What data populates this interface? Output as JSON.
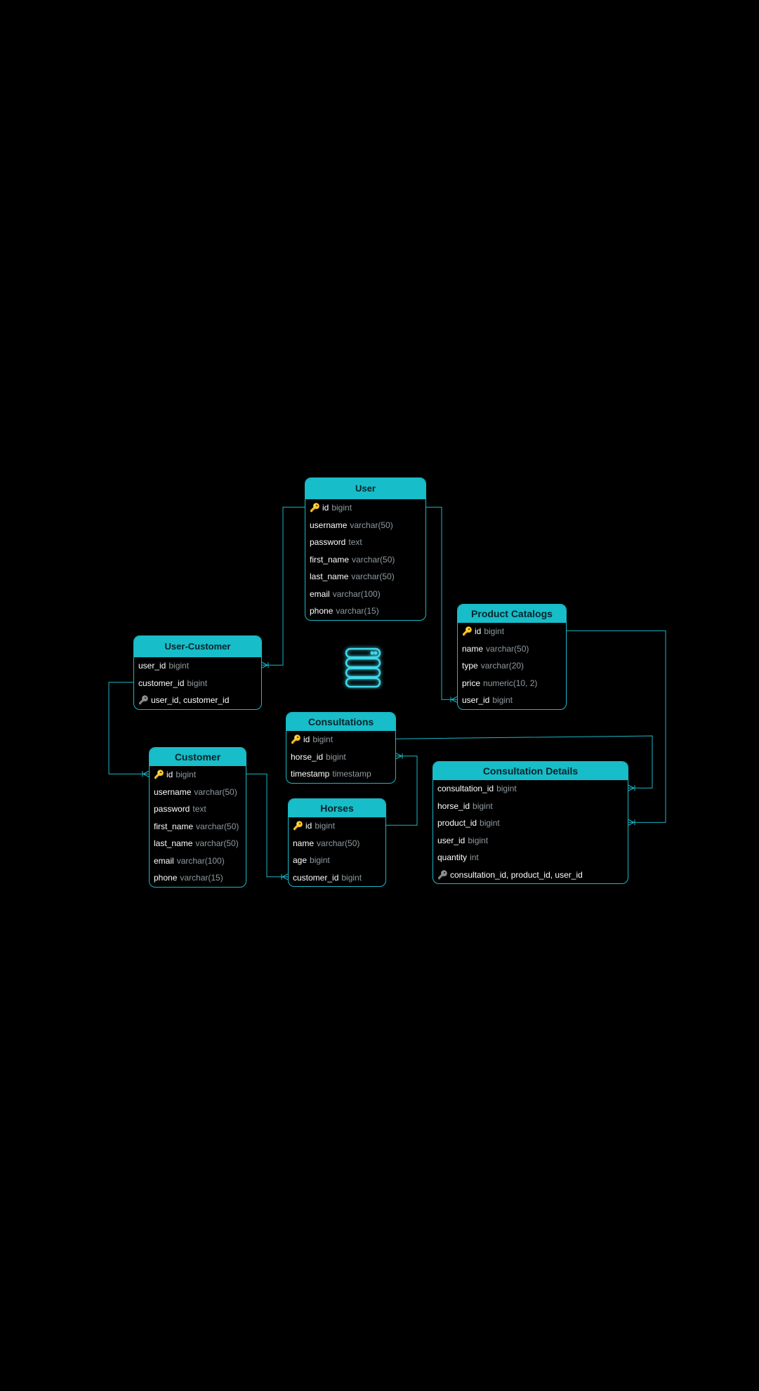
{
  "colors": {
    "background": "#000000",
    "header": "#17bdc8",
    "border": "#1ab9c7",
    "field_name": "#ffffff",
    "field_type": "#8f9aa0",
    "primary_key": "#f5b400",
    "composite_key": "#9aa3a8"
  },
  "icons": {
    "primary_key": "key-icon",
    "composite_key": "key-icon",
    "center": "database-icon"
  },
  "tables": [
    {
      "id": "user",
      "title": "User",
      "rows": [
        {
          "name": "id",
          "type": "bigint",
          "key": "pk"
        },
        {
          "name": "username",
          "type": "varchar(50)"
        },
        {
          "name": "password",
          "type": "text"
        },
        {
          "name": "first_name",
          "type": "varchar(50)"
        },
        {
          "name": "last_name",
          "type": "varchar(50)"
        },
        {
          "name": "email",
          "type": "varchar(100)"
        },
        {
          "name": "phone",
          "type": "varchar(15)"
        }
      ]
    },
    {
      "id": "product-catalogs",
      "title": "Product Catalogs",
      "rows": [
        {
          "name": "id",
          "type": "bigint",
          "key": "pk"
        },
        {
          "name": "name",
          "type": "varchar(50)"
        },
        {
          "name": "type",
          "type": "varchar(20)"
        },
        {
          "name": "price",
          "type": "numeric(10, 2)"
        },
        {
          "name": "user_id",
          "type": "bigint"
        }
      ]
    },
    {
      "id": "user-customer",
      "title": "User-Customer",
      "rows": [
        {
          "name": "user_id ",
          "type": "bigint"
        },
        {
          "name": "customer_id",
          "type": "bigint"
        },
        {
          "name": "user_id, customer_id",
          "type": "",
          "key": "ck"
        }
      ]
    },
    {
      "id": "consultations",
      "title": "Consultations",
      "rows": [
        {
          "name": "id",
          "type": "bigint",
          "key": "pk"
        },
        {
          "name": "horse_id",
          "type": "bigint"
        },
        {
          "name": "timestamp",
          "type": "timestamp"
        }
      ]
    },
    {
      "id": "customer",
      "title": "Customer",
      "rows": [
        {
          "name": "id",
          "type": "bigint",
          "key": "pk"
        },
        {
          "name": "username",
          "type": "varchar(50)"
        },
        {
          "name": "password",
          "type": "text"
        },
        {
          "name": "first_name",
          "type": "varchar(50)"
        },
        {
          "name": "last_name",
          "type": "varchar(50)"
        },
        {
          "name": "email",
          "type": "varchar(100)"
        },
        {
          "name": "phone",
          "type": "varchar(15)"
        }
      ]
    },
    {
      "id": "horses",
      "title": "Horses",
      "rows": [
        {
          "name": "id",
          "type": "bigint",
          "key": "pk"
        },
        {
          "name": "name",
          "type": "varchar(50)"
        },
        {
          "name": "age",
          "type": "bigint"
        },
        {
          "name": "customer_id",
          "type": "bigint"
        }
      ]
    },
    {
      "id": "consultation-details",
      "title": "Consultation Details",
      "rows": [
        {
          "name": "consultation_id",
          "type": "bigint"
        },
        {
          "name": "horse_id",
          "type": "bigint"
        },
        {
          "name": "product_id",
          "type": "bigint"
        },
        {
          "name": "user_id",
          "type": "bigint"
        },
        {
          "name": "quantity",
          "type": "int"
        },
        {
          "name": "consultation_id, product_id, user_id",
          "type": "",
          "key": "ck"
        }
      ]
    }
  ],
  "relations": [
    {
      "from": "user.id",
      "to": "user-customer.user_id",
      "cardinality": "one-to-many"
    },
    {
      "from": "user.id",
      "to": "product-catalogs.user_id",
      "cardinality": "one-to-many"
    },
    {
      "from": "user-customer.customer_id",
      "to": "customer.id",
      "cardinality": "one-to-many"
    },
    {
      "from": "customer.id",
      "to": "horses.customer_id",
      "cardinality": "one-to-many"
    },
    {
      "from": "horses.id",
      "to": "consultations.horse_id",
      "cardinality": "one-to-many"
    },
    {
      "from": "consultations.id",
      "to": "consultation-details.consultation_id",
      "cardinality": "one-to-many"
    },
    {
      "from": "product-catalogs.id",
      "to": "consultation-details.product_id",
      "cardinality": "one-to-many"
    }
  ]
}
